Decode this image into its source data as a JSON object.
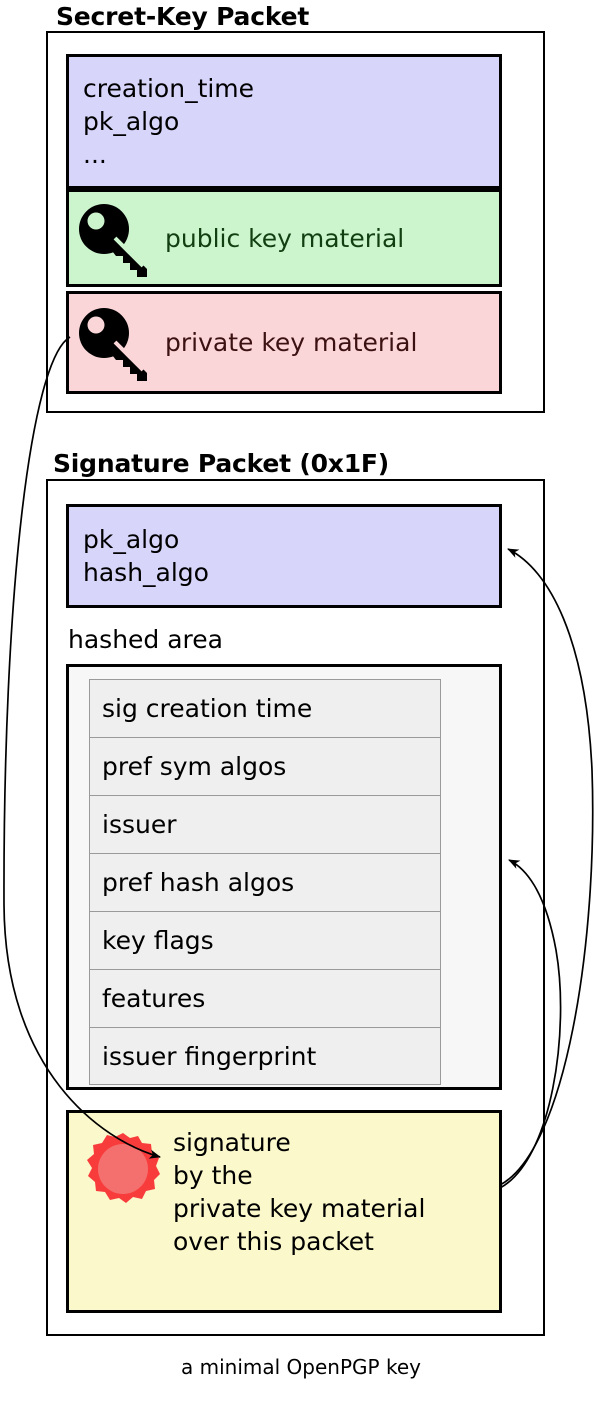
{
  "diagram": {
    "caption": "a minimal OpenPGP key",
    "colors": {
      "violet": "#d7d5fa",
      "green": "#ccf5cd",
      "pink": "#fbd6d9",
      "yellow": "#fbf8cb",
      "subpacket_fill": "#efefef",
      "hashed_area_fill": "#f7f7f7",
      "seal_red": "#f83c3c",
      "seal_red_inner": "#f4706e",
      "stroke": "#000000"
    },
    "packets": [
      {
        "title": "Secret-Key Packet",
        "fields": [
          {
            "name": "header",
            "text": "creation_time\npk_algo\n...",
            "color": "violet",
            "icon": null
          },
          {
            "name": "public-key-material",
            "text": "public key material",
            "color": "green",
            "icon": "key-icon"
          },
          {
            "name": "private-key-material",
            "text": "private key material",
            "color": "pink",
            "icon": "key-icon"
          }
        ]
      },
      {
        "title": "Signature Packet (0x1F)",
        "fields": [
          {
            "name": "algos",
            "text": "pk_algo\nhash_algo",
            "color": "violet",
            "icon": null
          },
          {
            "name": "signature",
            "text": "signature\nby the\nprivate key material\nover this packet",
            "color": "yellow",
            "icon": "seal-icon"
          }
        ],
        "hashed_area": {
          "label": "hashed area",
          "subpackets": [
            "sig creation time",
            "pref sym algos",
            "issuer",
            "pref hash algos",
            "key flags",
            "features",
            "issuer fingerprint"
          ]
        }
      }
    ],
    "arrows": [
      {
        "name": "private-key-to-signature",
        "from": "private-key-material",
        "to": "signature"
      },
      {
        "name": "signature-covers-algos",
        "from": "signature",
        "to": "algos"
      },
      {
        "name": "signature-covers-hashed-area",
        "from": "signature",
        "to": "hashed-area"
      }
    ]
  }
}
